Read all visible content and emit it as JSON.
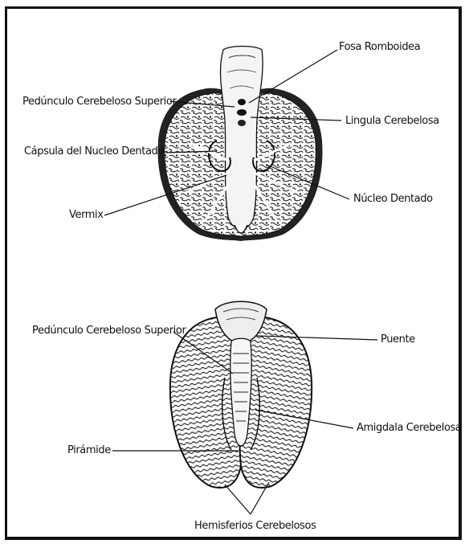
{
  "figures": [
    {
      "id": "top",
      "labels": {
        "fosa": "Fosa Romboidea",
        "ped_sup": "Pedúnculo Cerebeloso Superior",
        "lingula": "Lingula Cerebelosa",
        "capsula": "Cápsula del Nucleo Dentado",
        "nucleo": "Núcleo Dentado",
        "vermix": "Vermix"
      }
    },
    {
      "id": "bottom",
      "labels": {
        "ped_sup": "Pedúnculo Cerebeloso Superior",
        "puente": "Puente",
        "amigdala": "Amigdala Cerebelosa",
        "piramide": "Pirámide",
        "hemisferios": "Hemisferios Cerebelosos"
      }
    }
  ]
}
